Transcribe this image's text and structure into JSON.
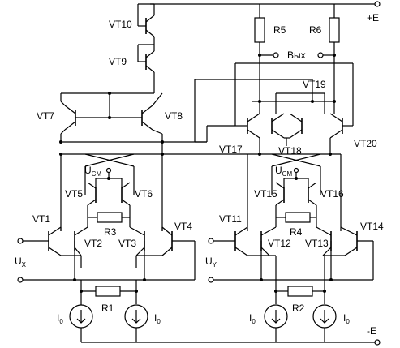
{
  "labels": {
    "supply_pos": "+E",
    "supply_neg": "-E",
    "output": "Вых",
    "r5": "R5",
    "r6": "R6",
    "r1": "R1",
    "r2": "R2",
    "r3": "R3",
    "r4": "R4",
    "vt1": "VT1",
    "vt2": "VT2",
    "vt3": "VT3",
    "vt4": "VT4",
    "vt5": "VT5",
    "vt6": "VT6",
    "vt7": "VT7",
    "vt8": "VT8",
    "vt9": "VT9",
    "vt10": "VT10",
    "vt11": "VT11",
    "vt12": "VT12",
    "vt13": "VT13",
    "vt14": "VT14",
    "vt15": "VT15",
    "vt16": "VT16",
    "vt17": "VT17",
    "vt18": "VT18",
    "vt19": "VT19",
    "vt20": "VT20",
    "ucm_main": "U",
    "ucm_sub": "CM",
    "ux_main": "U",
    "ux_sub": "X",
    "uy_main": "U",
    "uy_sub": "Y",
    "i0_main": "I",
    "i0_sub": "0"
  }
}
